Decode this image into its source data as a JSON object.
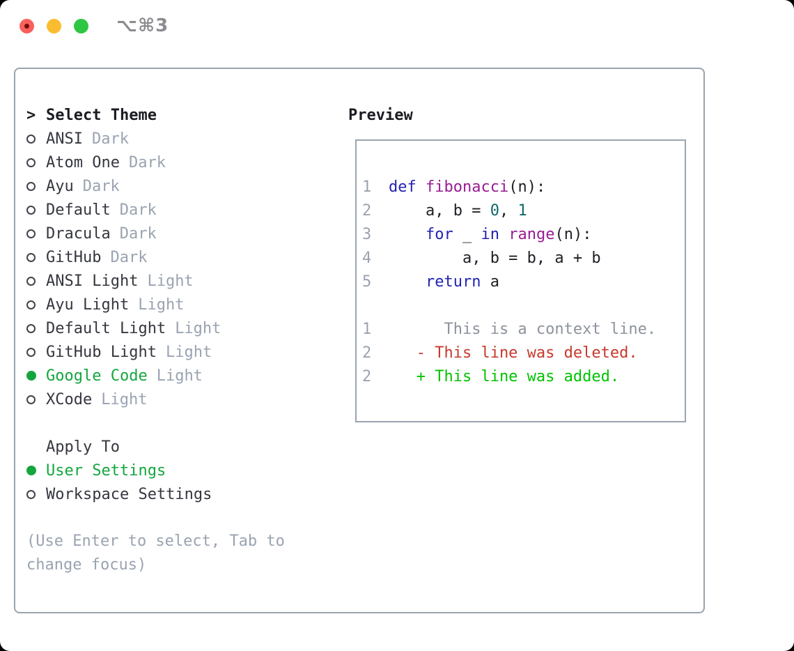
{
  "window": {
    "title": "⌥⌘3"
  },
  "colors": {
    "green": "#14a63e",
    "added": "#00c300",
    "deleted": "#c6392c",
    "keyword": "#2323b2",
    "func": "#9a1b94",
    "number": "#0d6a66",
    "border": "#9aa4b0",
    "muted": "#9aa3b1",
    "text": "#35373f",
    "light-red": "#f8615c",
    "light-yellow": "#fabd2f",
    "light-green": "#2fc643"
  },
  "theme_picker": {
    "prompt": ">",
    "title": "Select Theme",
    "themes": [
      {
        "name": "ANSI",
        "variant": "Dark",
        "selected": false
      },
      {
        "name": "Atom One",
        "variant": "Dark",
        "selected": false
      },
      {
        "name": "Ayu",
        "variant": "Dark",
        "selected": false
      },
      {
        "name": "Default",
        "variant": "Dark",
        "selected": false
      },
      {
        "name": "Dracula",
        "variant": "Dark",
        "selected": false
      },
      {
        "name": "GitHub",
        "variant": "Dark",
        "selected": false
      },
      {
        "name": "ANSI Light",
        "variant": "Light",
        "selected": false
      },
      {
        "name": "Ayu Light",
        "variant": "Light",
        "selected": false
      },
      {
        "name": "Default Light",
        "variant": "Light",
        "selected": false
      },
      {
        "name": "GitHub Light",
        "variant": "Light",
        "selected": false
      },
      {
        "name": "Google Code",
        "variant": "Light",
        "selected": true
      },
      {
        "name": "XCode",
        "variant": "Light",
        "selected": false
      }
    ],
    "apply_to": {
      "title": "Apply To",
      "options": [
        {
          "label": "User Settings",
          "selected": true
        },
        {
          "label": "Workspace Settings",
          "selected": false
        }
      ]
    },
    "hint": "(Use Enter to select, Tab to change focus)"
  },
  "preview": {
    "title": "Preview",
    "code_lines": [
      {
        "num": "1",
        "segments": [
          {
            "t": "def",
            "c": "kw"
          },
          {
            "t": " "
          },
          {
            "t": "fibonacci",
            "c": "fn"
          },
          {
            "t": "(n):"
          }
        ]
      },
      {
        "num": "2",
        "segments": [
          {
            "t": "    a, b = "
          },
          {
            "t": "0",
            "c": "num"
          },
          {
            "t": ", "
          },
          {
            "t": "1",
            "c": "num"
          }
        ]
      },
      {
        "num": "3",
        "segments": [
          {
            "t": "    "
          },
          {
            "t": "for",
            "c": "kw"
          },
          {
            "t": " _ "
          },
          {
            "t": "in",
            "c": "kw"
          },
          {
            "t": " "
          },
          {
            "t": "range",
            "c": "fn"
          },
          {
            "t": "(n):"
          }
        ]
      },
      {
        "num": "4",
        "segments": [
          {
            "t": "        a, b = b, a + b"
          }
        ]
      },
      {
        "num": "5",
        "segments": [
          {
            "t": "    "
          },
          {
            "t": "return",
            "c": "kw"
          },
          {
            "t": " a"
          }
        ]
      },
      {
        "num": "",
        "segments": []
      },
      {
        "num": "1",
        "segments": [
          {
            "t": "      This is a context line.",
            "c": "ctx"
          }
        ]
      },
      {
        "num": "2",
        "segments": [
          {
            "t": "   - This line was deleted.",
            "c": "del"
          }
        ]
      },
      {
        "num": "2",
        "segments": [
          {
            "t": "   + This line was added.",
            "c": "add"
          }
        ]
      }
    ]
  }
}
